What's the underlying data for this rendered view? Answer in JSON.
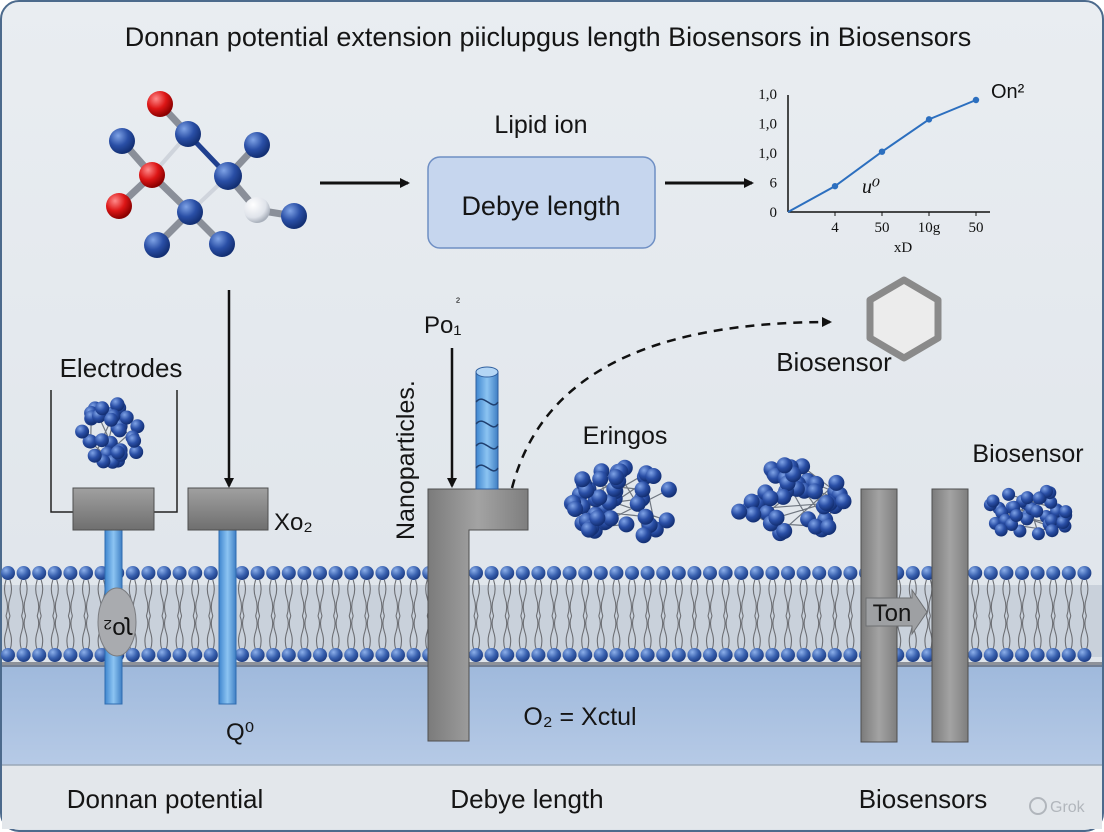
{
  "title": "Donnan potential extension piiclupgus length Biosensors in Biosensors",
  "flow": {
    "box_caption": "Lipid ion",
    "box_label": "Debye length"
  },
  "chart_data": {
    "type": "line",
    "title": "",
    "series_label": "On²",
    "inner_label": "u⁰",
    "xlabel": "xD",
    "ylabel": "",
    "x_ticks": [
      "4",
      "50",
      "10g",
      "50"
    ],
    "y_ticks": [
      "0",
      "6",
      "1,0",
      "1,0",
      "1,0"
    ],
    "x": [
      0,
      1,
      2,
      3,
      4
    ],
    "y": [
      0,
      1.2,
      2.8,
      4.3,
      5.2
    ]
  },
  "labels": {
    "electrodes": "Electrodes",
    "xo2": "Xo₂",
    "io2": "ʅo₂",
    "q0": "Q⁰",
    "po1": "Po₁",
    "po1_sup": "²",
    "nanoparticles": "Nanoparticles.",
    "biosensor_hex": "Biosensor",
    "eringos": "Eringos",
    "biosensor_right": "Biosensor",
    "ton": "Ton",
    "o2_eq": "O₂ = Xctul"
  },
  "bottom": {
    "left": "Donnan potential",
    "center": "Debye length",
    "right": "Biosensors"
  },
  "watermark": "Grok",
  "colors": {
    "background": "#e4e8ec",
    "membrane_blue": "#3a62b0",
    "water_blue": "#a9c1e0",
    "box_fill": "#c6d6ee",
    "box_stroke": "#6f8fc4",
    "grey_block": "#8f8f8f",
    "rod_blue": "#5ea2e0",
    "chart_line": "#2c6fbf"
  }
}
